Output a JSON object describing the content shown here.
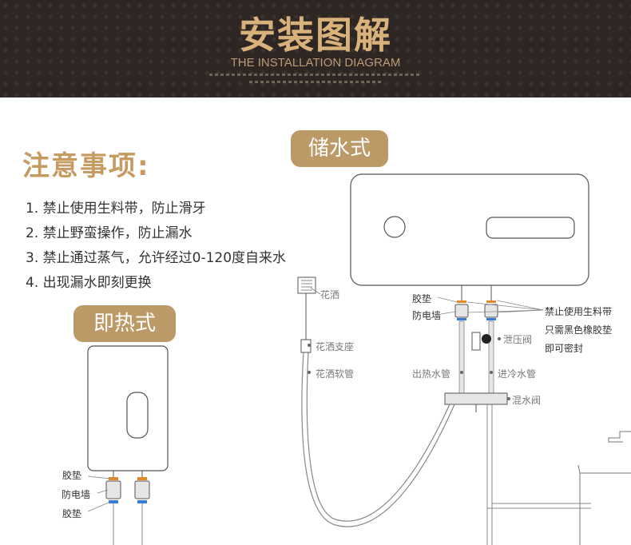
{
  "banner": {
    "title": "安装图解",
    "subtitle": "THE INSTALLATION DIAGRAM"
  },
  "notice": {
    "title": "注意事项:",
    "items": [
      "1. 禁止使用生料带，防止滑牙",
      "2. 禁止野蛮操作，防止漏水",
      "3. 禁止通过蒸气，允许经过0-120度自来水",
      "4. 出现漏水即刻更换"
    ]
  },
  "instant": {
    "badge": "即热式",
    "labels": {
      "gasket_top": "胶垫",
      "anti_shock": "防电墙",
      "gasket_bottom": "胶垫"
    }
  },
  "storage": {
    "badge": "储水式",
    "labels": {
      "shower_head": "花洒",
      "shower_holder": "花洒支座",
      "shower_hose": "花洒软管",
      "gasket": "胶垫",
      "anti_shock": "防电墙",
      "outlet_pipe": "出热水管",
      "inlet_pipe": "进冷水管",
      "relief_valve": "泄压阀",
      "mixing_valve": "混水阀",
      "note_line1": "禁止使用生料带",
      "note_line2": "只需黑色橡胶垫",
      "note_line3": "即可密封"
    }
  },
  "colors": {
    "banner_bg": "#2e2623",
    "gold": "#d8b27a",
    "badge": "#bc9a68",
    "heading": "#c69b62"
  }
}
